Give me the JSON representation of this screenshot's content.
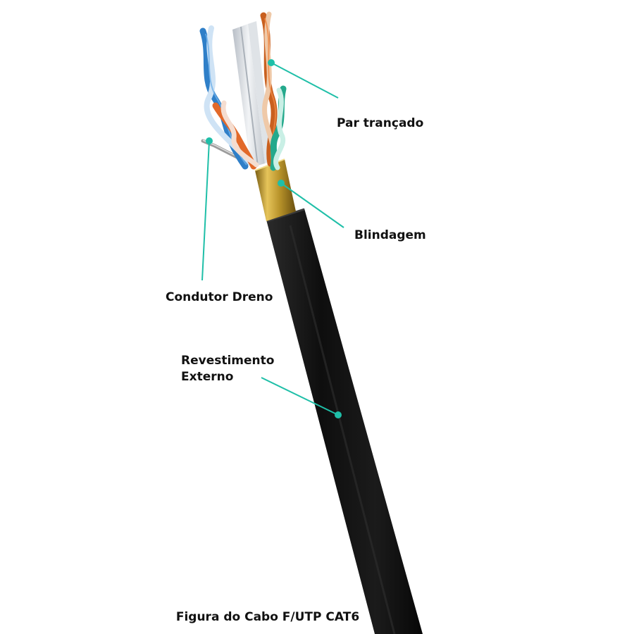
{
  "labels": {
    "twisted_pair": "Par trançado",
    "shield": "Blindagem",
    "drain_wire": "Condutor Dreno",
    "outer_jacket_line1": "Revestimento",
    "outer_jacket_line2": "Externo"
  },
  "caption": "Figura do Cabo F/UTP CAT6",
  "colors": {
    "leader_line": "#1fbfa8",
    "jacket": "#141414",
    "foil": "#b9962e",
    "pair_blue": "#3a8fd8",
    "pair_orange": "#e0702a",
    "pair_green": "#2bb59a",
    "separator": "#d9dde2",
    "drain": "#a8a8a8"
  }
}
